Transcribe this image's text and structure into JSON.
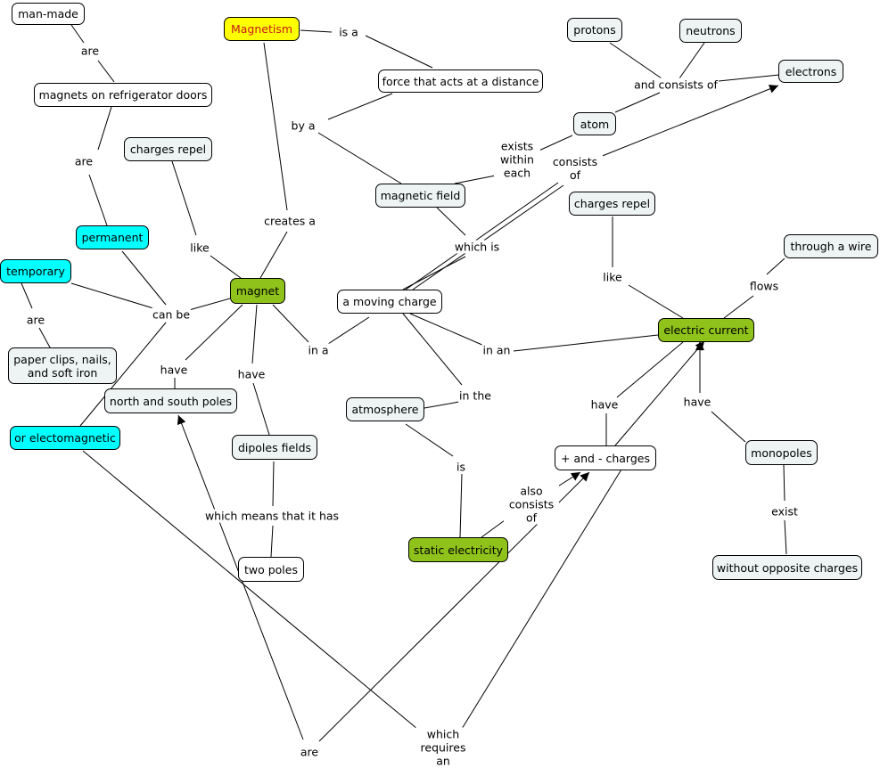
{
  "nodes": {
    "man_made": "man-made",
    "magnetism": "Magnetism",
    "protons": "protons",
    "neutrons": "neutrons",
    "electrons": "electrons",
    "force_distance": "force that acts at a distance",
    "magnets_fridge": "magnets on refrigerator doors",
    "atom": "atom",
    "charges_repel_left": "charges repel",
    "magnetic_field": "magnetic field",
    "charges_repel_right": "charges repel",
    "permanent": "permanent",
    "through_wire": "through a wire",
    "temporary": "temporary",
    "magnet": "magnet",
    "moving_charge": "a moving charge",
    "electric_current": "electric current",
    "paper_clips": "paper clips, nails, and soft iron",
    "north_south": "north and south poles",
    "atmosphere": "atmosphere",
    "electromagnetic": "or electomagnetic",
    "dipoles": "dipoles fields",
    "plus_minus": "+ and - charges",
    "monopoles": "monopoles",
    "static_electricity": "static electricity",
    "two_poles": "two poles",
    "without_opposite": "without opposite charges"
  },
  "labels": {
    "are1": "are",
    "is_a": "is a",
    "and_consists_of": "and consists of",
    "by_a": "by a",
    "are2": "are",
    "exists_within_each": "exists within each",
    "consists_of": "consists of",
    "creates_a": "creates a",
    "which_is": "which is",
    "like_left": "like",
    "like_right": "like",
    "flows": "flows",
    "can_be": "can be",
    "are3": "are",
    "in_a": "in a",
    "in_an": "in an",
    "have1": "have",
    "have2": "have",
    "in_the": "in the",
    "have3": "have",
    "have4": "have",
    "is": "is",
    "also_consists_of": "also consists of",
    "which_means": "which means that it has",
    "exist": "exist",
    "are_bottom": "are",
    "which_requires_an": "which requires an"
  }
}
